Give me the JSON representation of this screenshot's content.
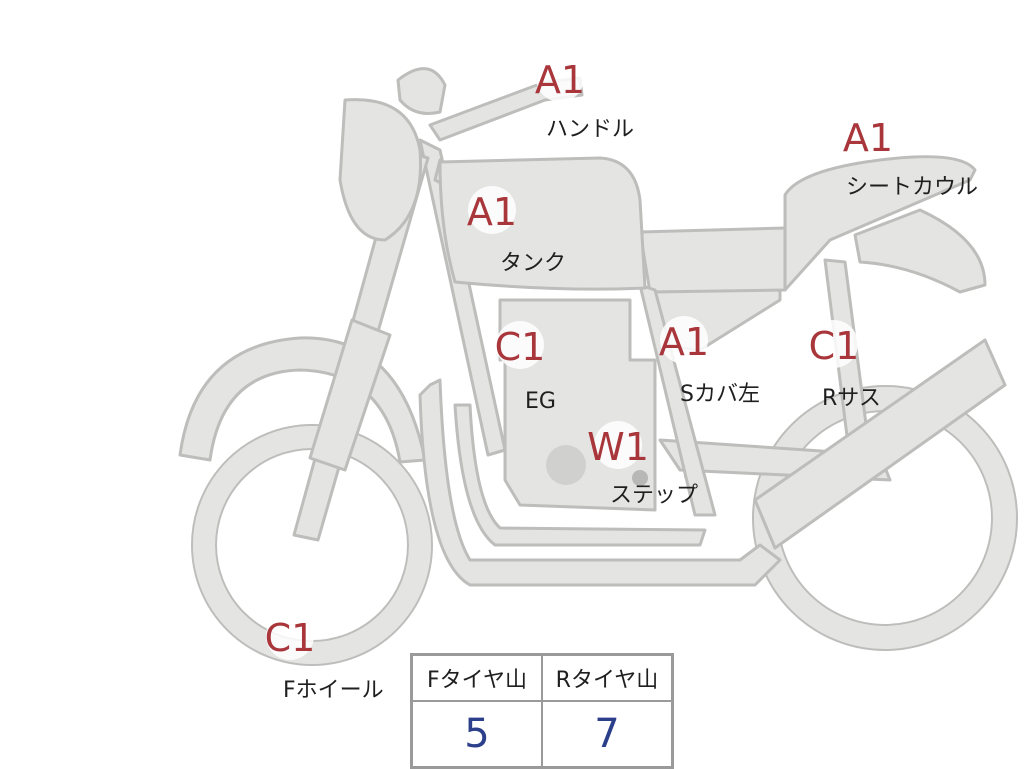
{
  "labels": {
    "handle": {
      "grade": "A1",
      "part": "ハンドル"
    },
    "seat_cowl": {
      "grade": "A1",
      "part": "シートカウル"
    },
    "tank": {
      "grade": "A1",
      "part": "タンク"
    },
    "engine": {
      "grade": "C1",
      "part": "EG"
    },
    "side_cover_left": {
      "grade": "A1",
      "part": "Sカバ左"
    },
    "rear_suspension": {
      "grade": "C1",
      "part": "Rサス"
    },
    "step": {
      "grade": "W1",
      "part": "ステップ"
    },
    "front_wheel": {
      "grade": "C1",
      "part": "Fホイール"
    }
  },
  "tire_table": {
    "front_header": "Fタイヤ山",
    "rear_header": "Rタイヤ山",
    "front_value": "5",
    "rear_value": "7"
  },
  "colors": {
    "bike_fill": "#e4e4e2",
    "bike_outline": "#bdbdbb",
    "grade_text": "#a8363b",
    "table_value": "#2c3f8a"
  }
}
